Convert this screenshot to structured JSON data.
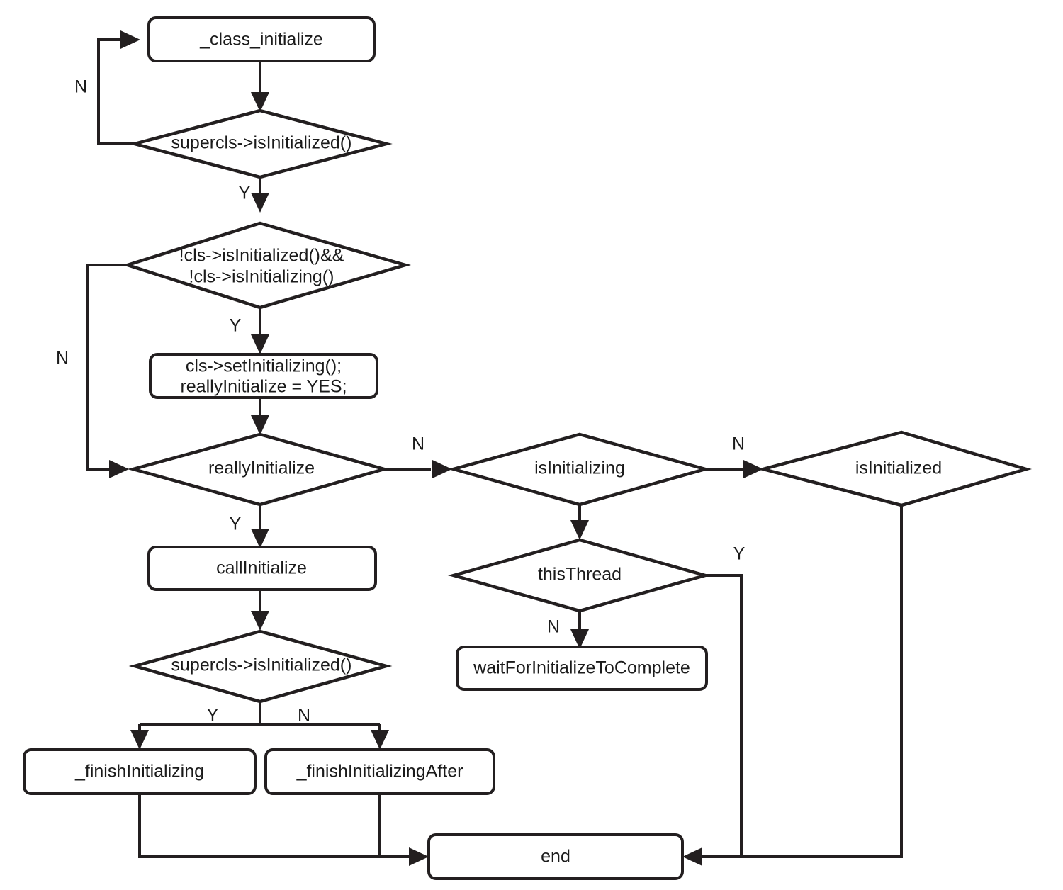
{
  "diagram": {
    "title": "_class_initialize flowchart",
    "background_color": "#ffffff",
    "line_color": "#231f20",
    "text_color": "#1b1b1b",
    "nodes": {
      "class_initialize": {
        "label": "_class_initialize",
        "shape": "rounded-rect"
      },
      "supercls_is_initialized_top": {
        "label": "supercls->isInitialized()",
        "shape": "diamond"
      },
      "cls_not_init_cond_line1": {
        "label": "!cls->isInitialized()&&",
        "shape": "diamond"
      },
      "cls_not_init_cond_line2": {
        "label": "!cls->isInitializing()",
        "shape": "diamond"
      },
      "set_initializing_line1": {
        "label": "cls->setInitializing();",
        "shape": "rounded-rect"
      },
      "set_initializing_line2": {
        "label": "reallyInitialize = YES;",
        "shape": "rounded-rect"
      },
      "really_initialize": {
        "label": "reallyInitialize",
        "shape": "diamond"
      },
      "is_initializing": {
        "label": "isInitializing",
        "shape": "diamond"
      },
      "is_initialized": {
        "label": "isInitialized",
        "shape": "diamond"
      },
      "call_initialize": {
        "label": "callInitialize",
        "shape": "rounded-rect"
      },
      "this_thread": {
        "label": "thisThread",
        "shape": "diamond"
      },
      "wait_for_initialize_to_complete": {
        "label": "waitForInitializeToComplete",
        "shape": "rounded-rect"
      },
      "supercls_is_initialized_bottom": {
        "label": "supercls->isInitialized()",
        "shape": "diamond"
      },
      "finish_initializing": {
        "label": "_finishInitializing",
        "shape": "rounded-rect"
      },
      "finish_initializing_after": {
        "label": "_finishInitializingAfter",
        "shape": "rounded-rect"
      },
      "end": {
        "label": "end",
        "shape": "rounded-rect"
      }
    },
    "edge_labels": {
      "supercls_top_no": "N",
      "supercls_top_yes": "Y",
      "cls_cond_yes": "Y",
      "cls_cond_no": "N",
      "really_initialize_yes": "Y",
      "really_initialize_no": "N",
      "is_initializing_no": "N",
      "this_thread_yes": "Y",
      "this_thread_no": "N",
      "supercls_bottom_yes": "Y",
      "supercls_bottom_no": "N"
    }
  }
}
